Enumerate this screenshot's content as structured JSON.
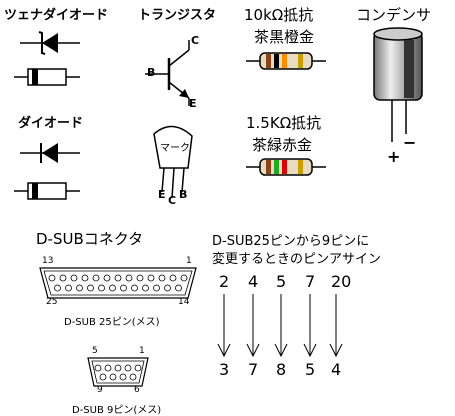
{
  "labels": {
    "zener": "ツェナダイオード",
    "transistor": "トランジスタ",
    "diode": "ダイオード",
    "resistor_10k": "10kΩ抵抗",
    "resistor_10k_colors": "茶黒橙金",
    "resistor_1_5k": "1.5KΩ抵抗",
    "resistor_1_5k_colors": "茶緑赤金",
    "capacitor": "コンデンサ",
    "plus": "+",
    "minus": "−",
    "pin_c": "C",
    "pin_b": "B",
    "pin_e": "E",
    "to92_mark": "マーク",
    "to92_pins": [
      "E",
      "C",
      "B"
    ],
    "dsub_title": "D-SUBコネクタ",
    "dsub25_caption": "D-SUB 25ピン(メス)",
    "dsub25_pin13": "13",
    "dsub25_pin1": "1",
    "dsub25_pin25": "25",
    "dsub25_pin14": "14",
    "dsub9_caption": "D-SUB 9ピン(メス)",
    "dsub9_pin5": "5",
    "dsub9_pin1": "1",
    "dsub9_pin9": "9",
    "dsub9_pin6": "6",
    "convert_line1": "D-SUB25ピンから9ピンに",
    "convert_line2": "変更するときのピンアサイン"
  },
  "pin_map": {
    "from": [
      "2",
      "4",
      "5",
      "7",
      "20"
    ],
    "to": [
      "3",
      "7",
      "8",
      "5",
      "4"
    ]
  },
  "colors": {
    "brown": "#8b4513",
    "black": "#000000",
    "orange": "#ff8c00",
    "gold": "#c8a000",
    "green": "#22aa22",
    "red": "#dd0000",
    "resistor_body": "#e8dcc0",
    "capacitor_body": "#aaaaaa"
  }
}
